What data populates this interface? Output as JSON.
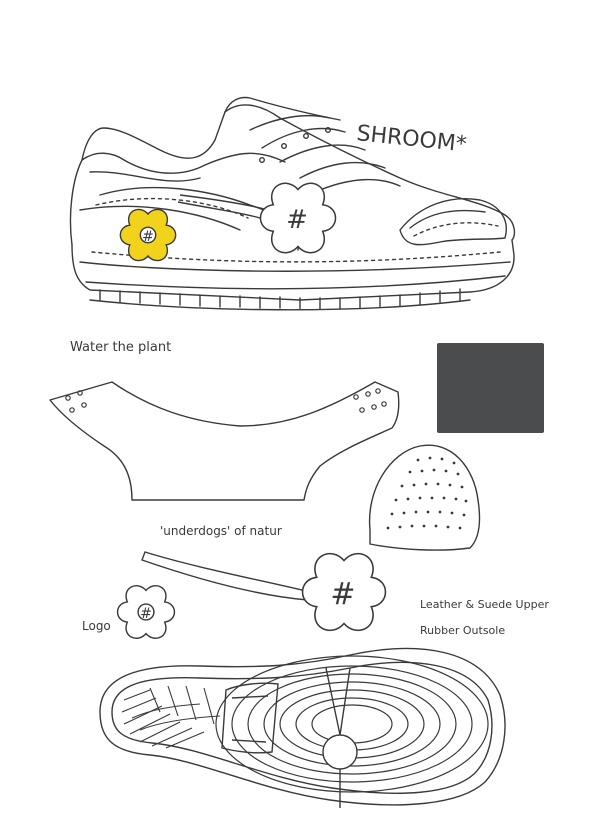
{
  "sketch": {
    "title": "SHROOM*",
    "notes": {
      "water": "Water the plant",
      "underdogs": "'underdogs' of natur",
      "logo": "Logo",
      "material_upper": "Leather & Suede Upper",
      "material_sole": "Rubber Outsole"
    },
    "glyph": "#",
    "colors": {
      "ink": "#3a3a3a",
      "flower_yellow": "#f2d31b",
      "swatch": "#4a4c4d",
      "paper": "#ffffff"
    }
  }
}
